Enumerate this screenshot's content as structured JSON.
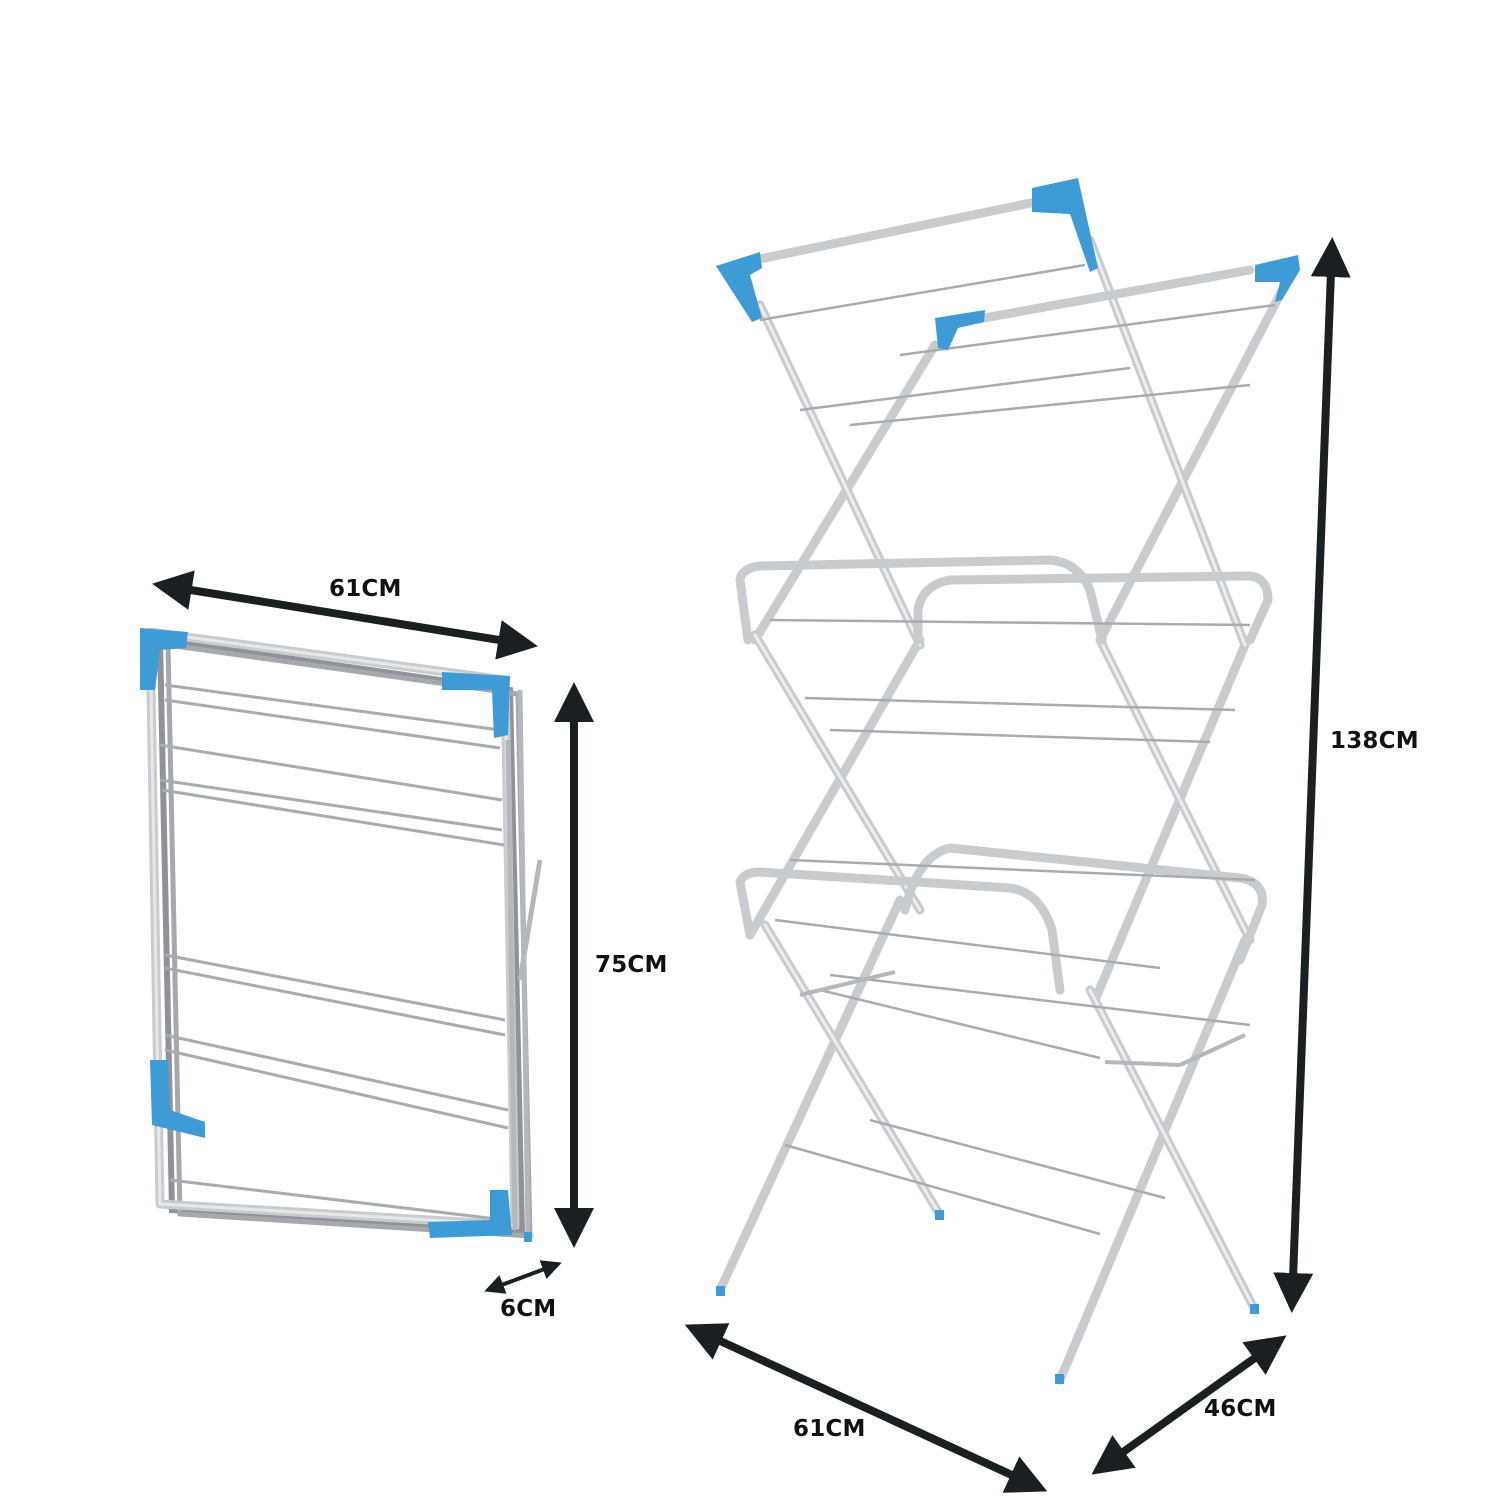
{
  "diagram": {
    "subject": "3-tier folding clothes airer",
    "colors": {
      "background": "#ffffff",
      "arrow": "#1a1f22",
      "frame_silver": "#c9cccf",
      "frame_shadow": "#9a9ea2",
      "wire": "#a8acb0",
      "accent_blue": "#3e9bd6"
    },
    "folded_view": {
      "width_label": "61CM",
      "height_label": "75CM",
      "depth_label": "6CM"
    },
    "unfolded_view": {
      "height_label": "138CM",
      "width_label": "61CM",
      "depth_label": "46CM",
      "tiers": 3
    }
  }
}
